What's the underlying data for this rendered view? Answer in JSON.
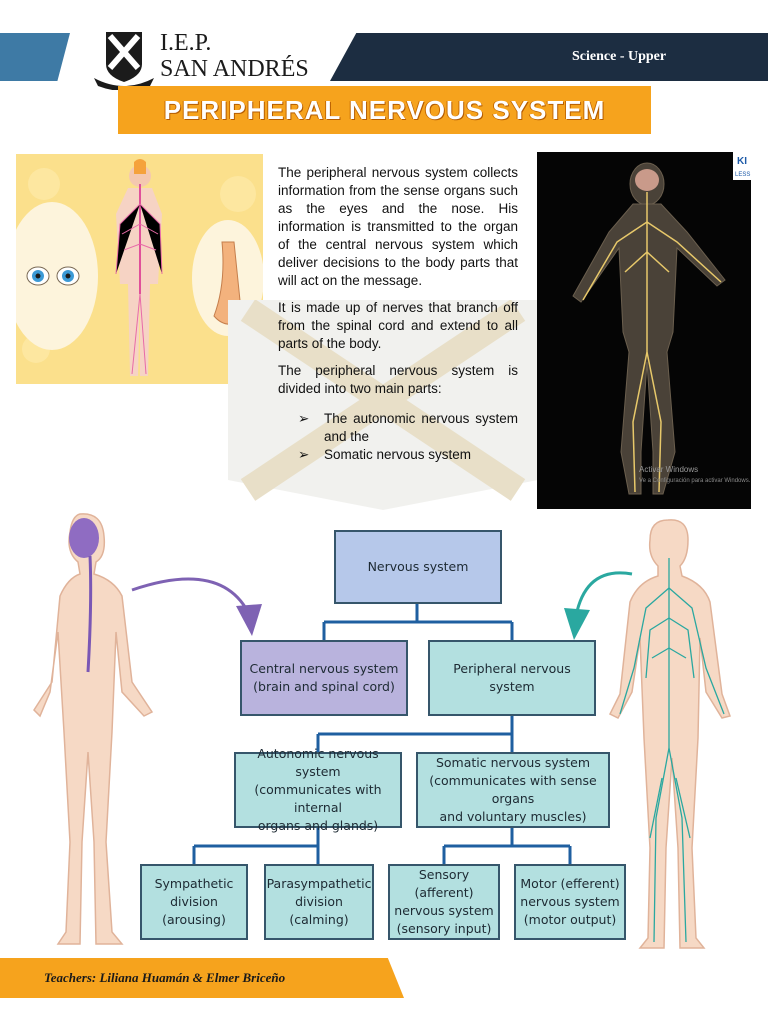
{
  "header": {
    "school_line1": "I.E.P.",
    "school_line2": "SAN ANDRÉS",
    "subject": "Science - Upper"
  },
  "title": "PERIPHERAL NERVOUS SYSTEM",
  "intro": {
    "p1": "The peripheral nervous system collects information from the sense organs such as the eyes and the nose. His information is transmitted to the organ of the central nervous system which deliver decisions to the body parts that will act on the message.",
    "p2": "It is made up of nerves that branch off from the spinal cord and extend to all parts of the body.",
    "p3": "The peripheral nervous system is divided into two main parts:",
    "bullets": [
      "The autonomic nervous system and the",
      "Somatic nervous system"
    ]
  },
  "photo_watermark": {
    "logo": "KI LESS",
    "line1": "Activar Windows",
    "line2": "Ve a Configuración para activar Windows."
  },
  "diagram": {
    "root": "Nervous system",
    "cns": [
      "Central nervous system",
      "(brain and spinal cord)"
    ],
    "pns": "Peripheral nervous system",
    "autonomic": [
      "Autonomic nervous system",
      "(communicates with internal",
      "organs and glands)"
    ],
    "somatic": [
      "Somatic nervous system",
      "(communicates with sense organs",
      "and voluntary muscles)"
    ],
    "sympathetic": [
      "Sympathetic",
      "division",
      "(arousing)"
    ],
    "parasympathetic": [
      "Parasympathetic",
      "division",
      "(calming)"
    ],
    "sensory": [
      "Sensory (afferent)",
      "nervous system",
      "(sensory input)"
    ],
    "motor": [
      "Motor (efferent)",
      "nervous system",
      "(motor output)"
    ]
  },
  "colors": {
    "root_box": "#b6c8ea",
    "cns_box": "#b9b3dd",
    "pns_box": "#b3e0e0",
    "branch_box": "#b3e0e0",
    "accent_orange": "#f6a31d",
    "header_navy": "#1c2d41",
    "header_blue": "#3e7aa5"
  },
  "footer": {
    "teachers": "Teachers:  Liliana Huamán & Elmer Briceño"
  }
}
